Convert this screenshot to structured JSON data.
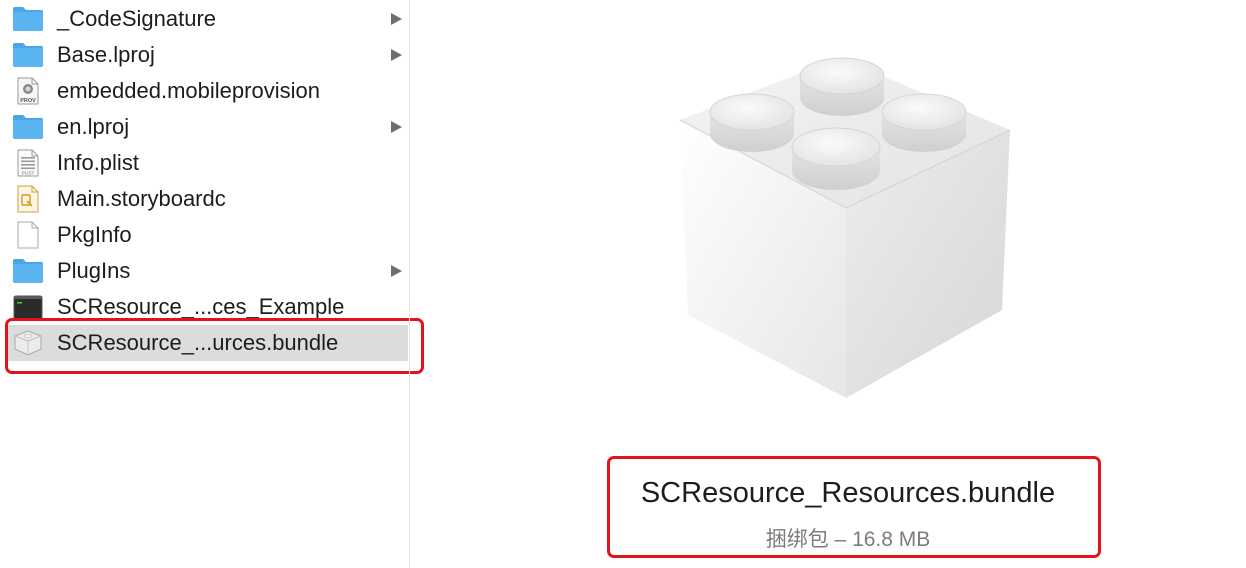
{
  "files": [
    {
      "name": "_CodeSignature",
      "icon": "folder-icon",
      "expandable": true
    },
    {
      "name": "Base.lproj",
      "icon": "folder-icon",
      "expandable": true
    },
    {
      "name": "embedded.mobileprovision",
      "icon": "provisioning-profile-icon",
      "icon_badge": "PROV",
      "expandable": false
    },
    {
      "name": "en.lproj",
      "icon": "folder-icon",
      "expandable": true
    },
    {
      "name": "Info.plist",
      "icon": "plist-file-icon",
      "icon_badge": "PLIST",
      "expandable": false
    },
    {
      "name": "Main.storyboardc",
      "icon": "storyboard-file-icon",
      "expandable": false
    },
    {
      "name": "PkgInfo",
      "icon": "blank-document-icon",
      "expandable": false
    },
    {
      "name": "PlugIns",
      "icon": "folder-icon",
      "expandable": true
    },
    {
      "name": "SCResource_...ces_Example",
      "icon": "executable-terminal-icon",
      "expandable": false
    },
    {
      "name": "SCResource_...urces.bundle",
      "icon": "bundle-icon",
      "expandable": false,
      "selected": true
    }
  ],
  "preview": {
    "name": "SCResource_Resources.bundle",
    "kind": "捆绑包",
    "separator": "–",
    "size": "16.8 MB",
    "meta": "捆绑包 – 16.8 MB",
    "icon": "lego-brick-bundle-icon"
  },
  "colors": {
    "folder": "#5ab4ef",
    "selection": "#dcdcdc",
    "annotation_border": "#e0141e",
    "secondary_text": "#7c7c7c"
  }
}
